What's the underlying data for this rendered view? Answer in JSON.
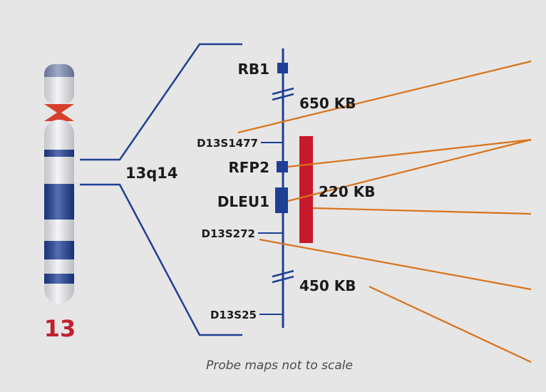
{
  "chromosome": {
    "number": "13",
    "band": "13q14",
    "colors": {
      "band_dark": "#1f3f96",
      "band_light": "#f2f3f8",
      "centromere": "#d6402d",
      "label": "#c0212f"
    }
  },
  "probe_map": {
    "genes": [
      "RB1",
      "RFP2",
      "DLEU1"
    ],
    "markers": [
      "D13S1477",
      "D13S272",
      "D13S25"
    ],
    "distances": [
      "650 KB",
      "220 KB",
      "450 KB"
    ],
    "line_color": "#1f3f96",
    "probe_color": "#c8192b",
    "pointer_color": "#d9731b"
  },
  "note": "Probe maps not to scale"
}
